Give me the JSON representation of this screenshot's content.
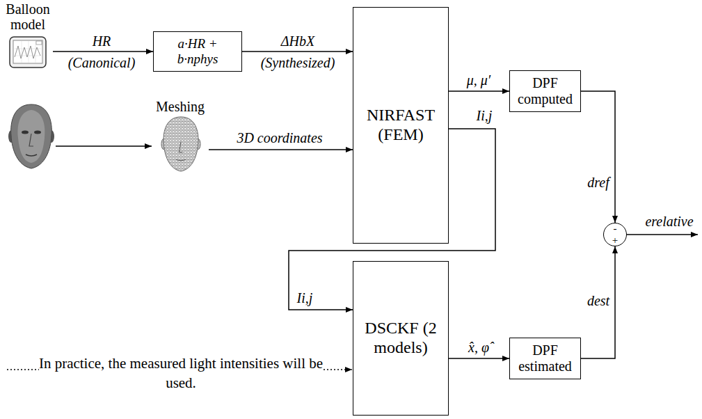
{
  "diagram": {
    "nodes": [
      {
        "text": [
          "Balloon model"
        ]
      },
      {
        "text": [
          "a·HR + b·nphys"
        ]
      },
      {
        "text": [
          "Meshing"
        ]
      },
      {
        "text": [
          "NIRFAST (FEM)"
        ]
      },
      {
        "text": [
          "DPF computed"
        ]
      },
      {
        "text": [
          "DSCKF (2 models)"
        ]
      },
      {
        "text": [
          "DPF estimated"
        ]
      },
      {
        "text": [
          "-",
          "+"
        ]
      }
    ],
    "edges": [
      {
        "from": 0,
        "to": 1,
        "arrow": "to",
        "label": "HR"
      },
      {
        "from": 1,
        "to": 3,
        "arrow": "to",
        "label": "ΔHbX"
      },
      {
        "from": 2,
        "to": 3,
        "arrow": "to",
        "label": "3D coordinates"
      },
      {
        "from": 3,
        "to": 4,
        "arrow": "to",
        "label": "μ, μ′"
      },
      {
        "from": 3,
        "to": 5,
        "arrow": "to",
        "label": "Ii,j"
      },
      {
        "from": 4,
        "to": 7,
        "arrow": "to",
        "label": "dref"
      },
      {
        "from": 5,
        "to": 6,
        "arrow": "to",
        "label": "x̂, φ̂"
      },
      {
        "from": 6,
        "to": 7,
        "arrow": "to",
        "label": "dest"
      }
    ],
    "labels": [
      "(Canonical)",
      "(Synthesized)",
      "Ii,j",
      "erelative",
      "In practice, the measured light intensities will be used."
    ]
  }
}
